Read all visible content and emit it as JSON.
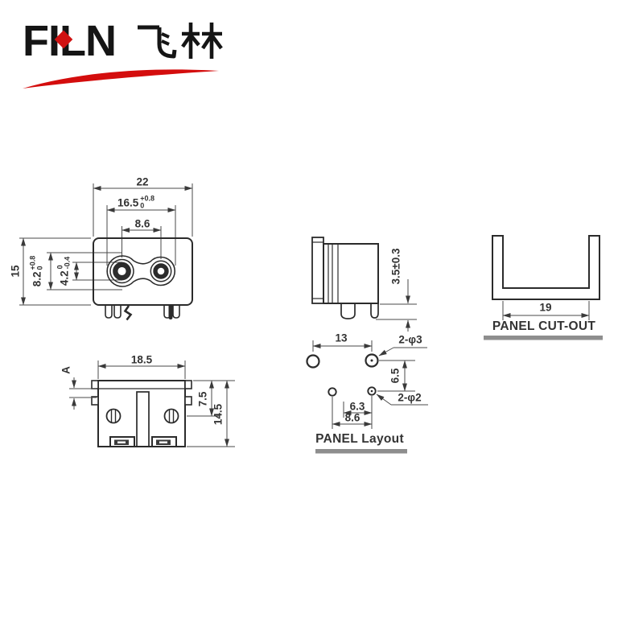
{
  "logo": {
    "brand": "FILN",
    "brand_cn": "飞林",
    "accent_red": "#d01212",
    "swoosh_red": "#d40d0d"
  },
  "views": {
    "front": {
      "overall_width": "22",
      "opening_width": {
        "main": "16.5",
        "upper": "+0.8",
        "lower": "0"
      },
      "socket_spacing": "8.6",
      "overall_height": "15",
      "opening_height": {
        "main": "8.2",
        "upper": "+0.8",
        "lower": "0"
      },
      "hole_height": {
        "main": "4.2",
        "upper": "0",
        "lower": "-0.4"
      }
    },
    "rear": {
      "body_width": "18.5",
      "notch_label": "A",
      "screw_depth": "7.5",
      "body_height": "14.5"
    },
    "side": {
      "pin_length": "3.5±0.3"
    },
    "panel_cutout": {
      "width": "19",
      "title": "PANEL CUT-OUT"
    },
    "panel_layout": {
      "hole_spacing_x": "13",
      "hole_spacing_y": "6.5",
      "offset_x": "6.3",
      "small_hole_spacing": "8.6",
      "big_holes_label": "2-φ3",
      "small_holes_label": "2-φ2",
      "title": "PANEL Layout"
    }
  }
}
